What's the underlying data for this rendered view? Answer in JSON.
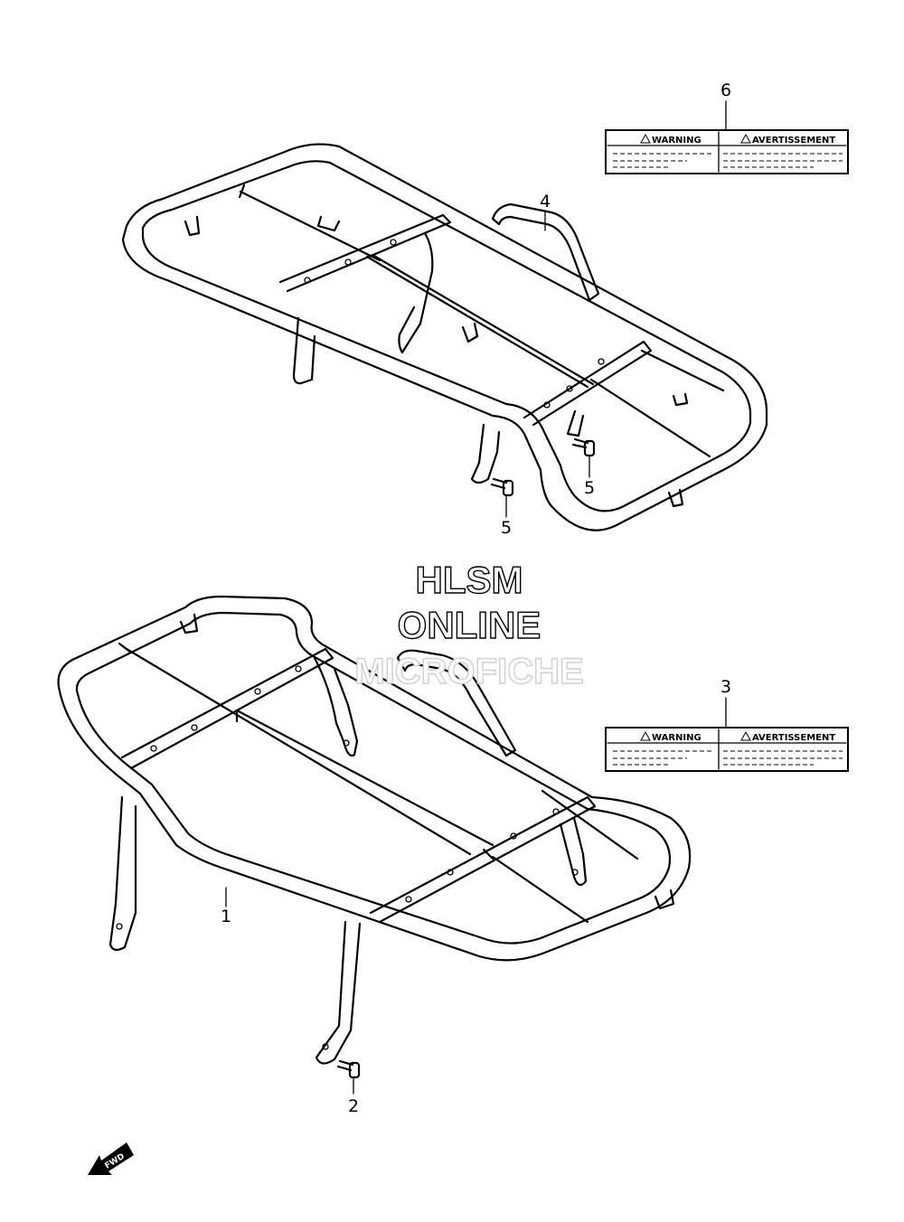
{
  "callouts": [
    "1",
    "2",
    "3",
    "4",
    "5",
    "5",
    "6"
  ],
  "labels": {
    "warning": "WARNING",
    "avertissement": "AVERTISSEMENT"
  },
  "watermark": {
    "line1": "HLSM",
    "line2": "ONLINE",
    "line3": "MICROFICHE"
  },
  "fwd": "FWD"
}
